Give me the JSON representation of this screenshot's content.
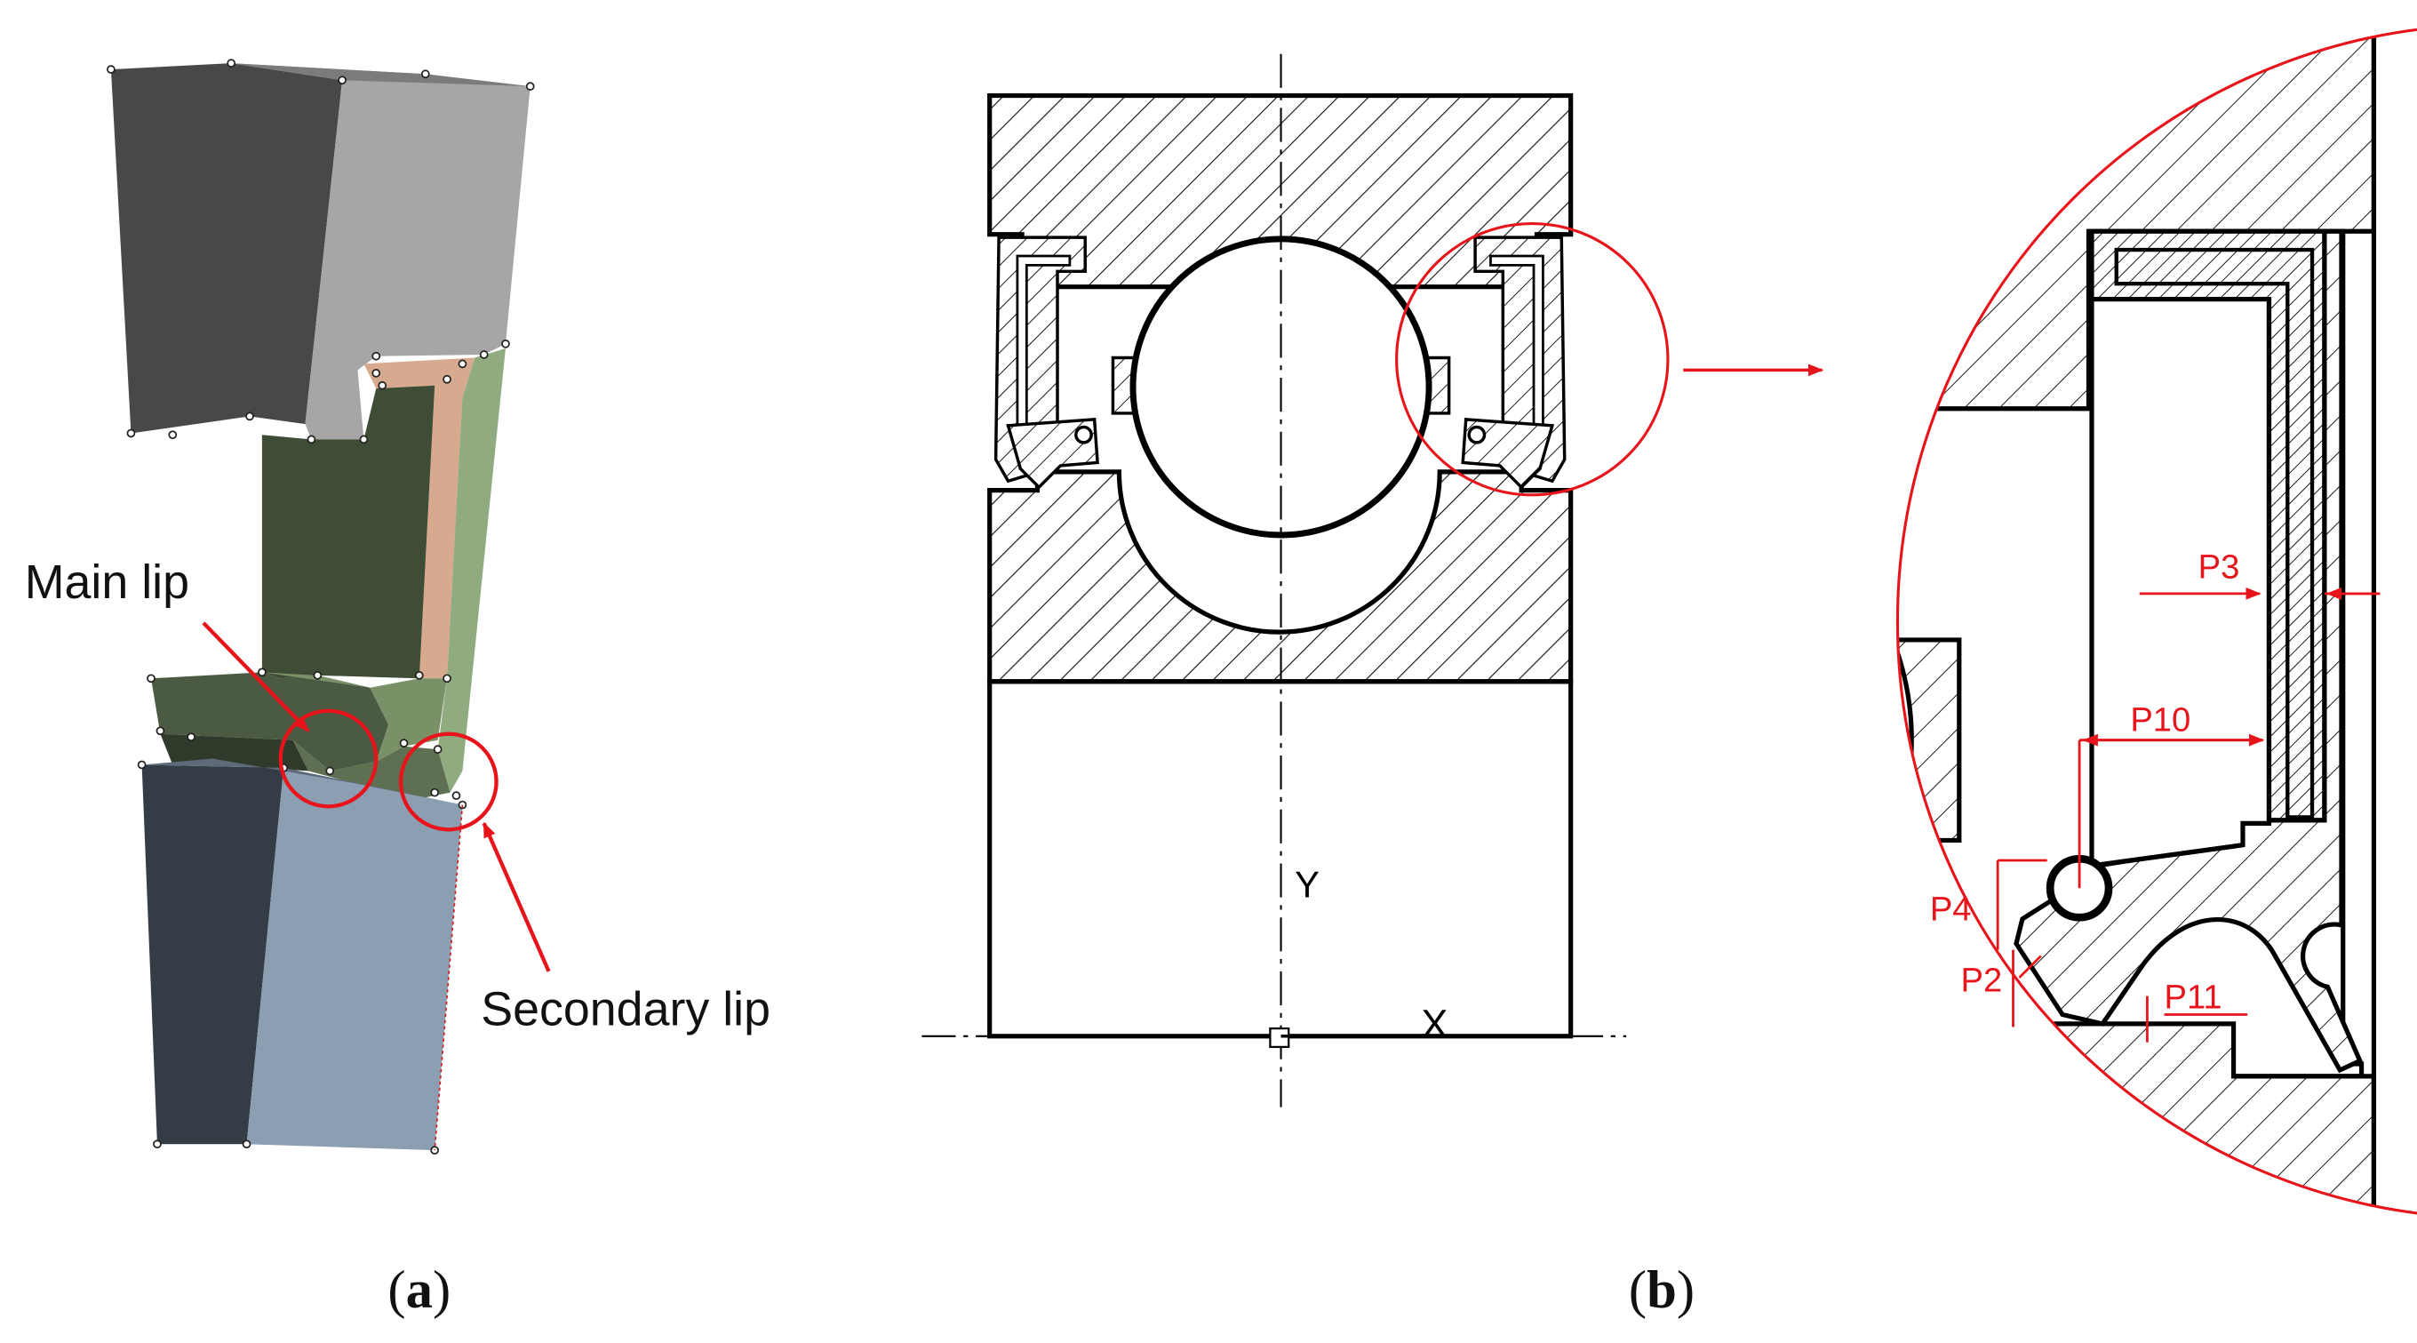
{
  "panel_a": {
    "annotations": {
      "main_lip": "Main lip",
      "secondary_lip": "Secondary lip"
    },
    "caption": {
      "open": "(",
      "letter": "a",
      "close": ")"
    }
  },
  "panel_b": {
    "axes": {
      "y": "Y",
      "x": "X"
    },
    "parameters": {
      "p3": "P3",
      "p10": "P10",
      "p4": "P4",
      "p2": "P2",
      "p11": "P11"
    },
    "caption": {
      "open": "(",
      "letter": "b",
      "close": ")"
    }
  },
  "colors": {
    "annotation": "#e8141c",
    "outer_ring_dark": "#48484a",
    "outer_ring_light": "#a6a6a6",
    "seal_dark": "#3f4c36",
    "seal_light": "#8fab7f",
    "inner_ring_dark": "#343c46",
    "inner_ring_light": "#8c9eb2"
  }
}
